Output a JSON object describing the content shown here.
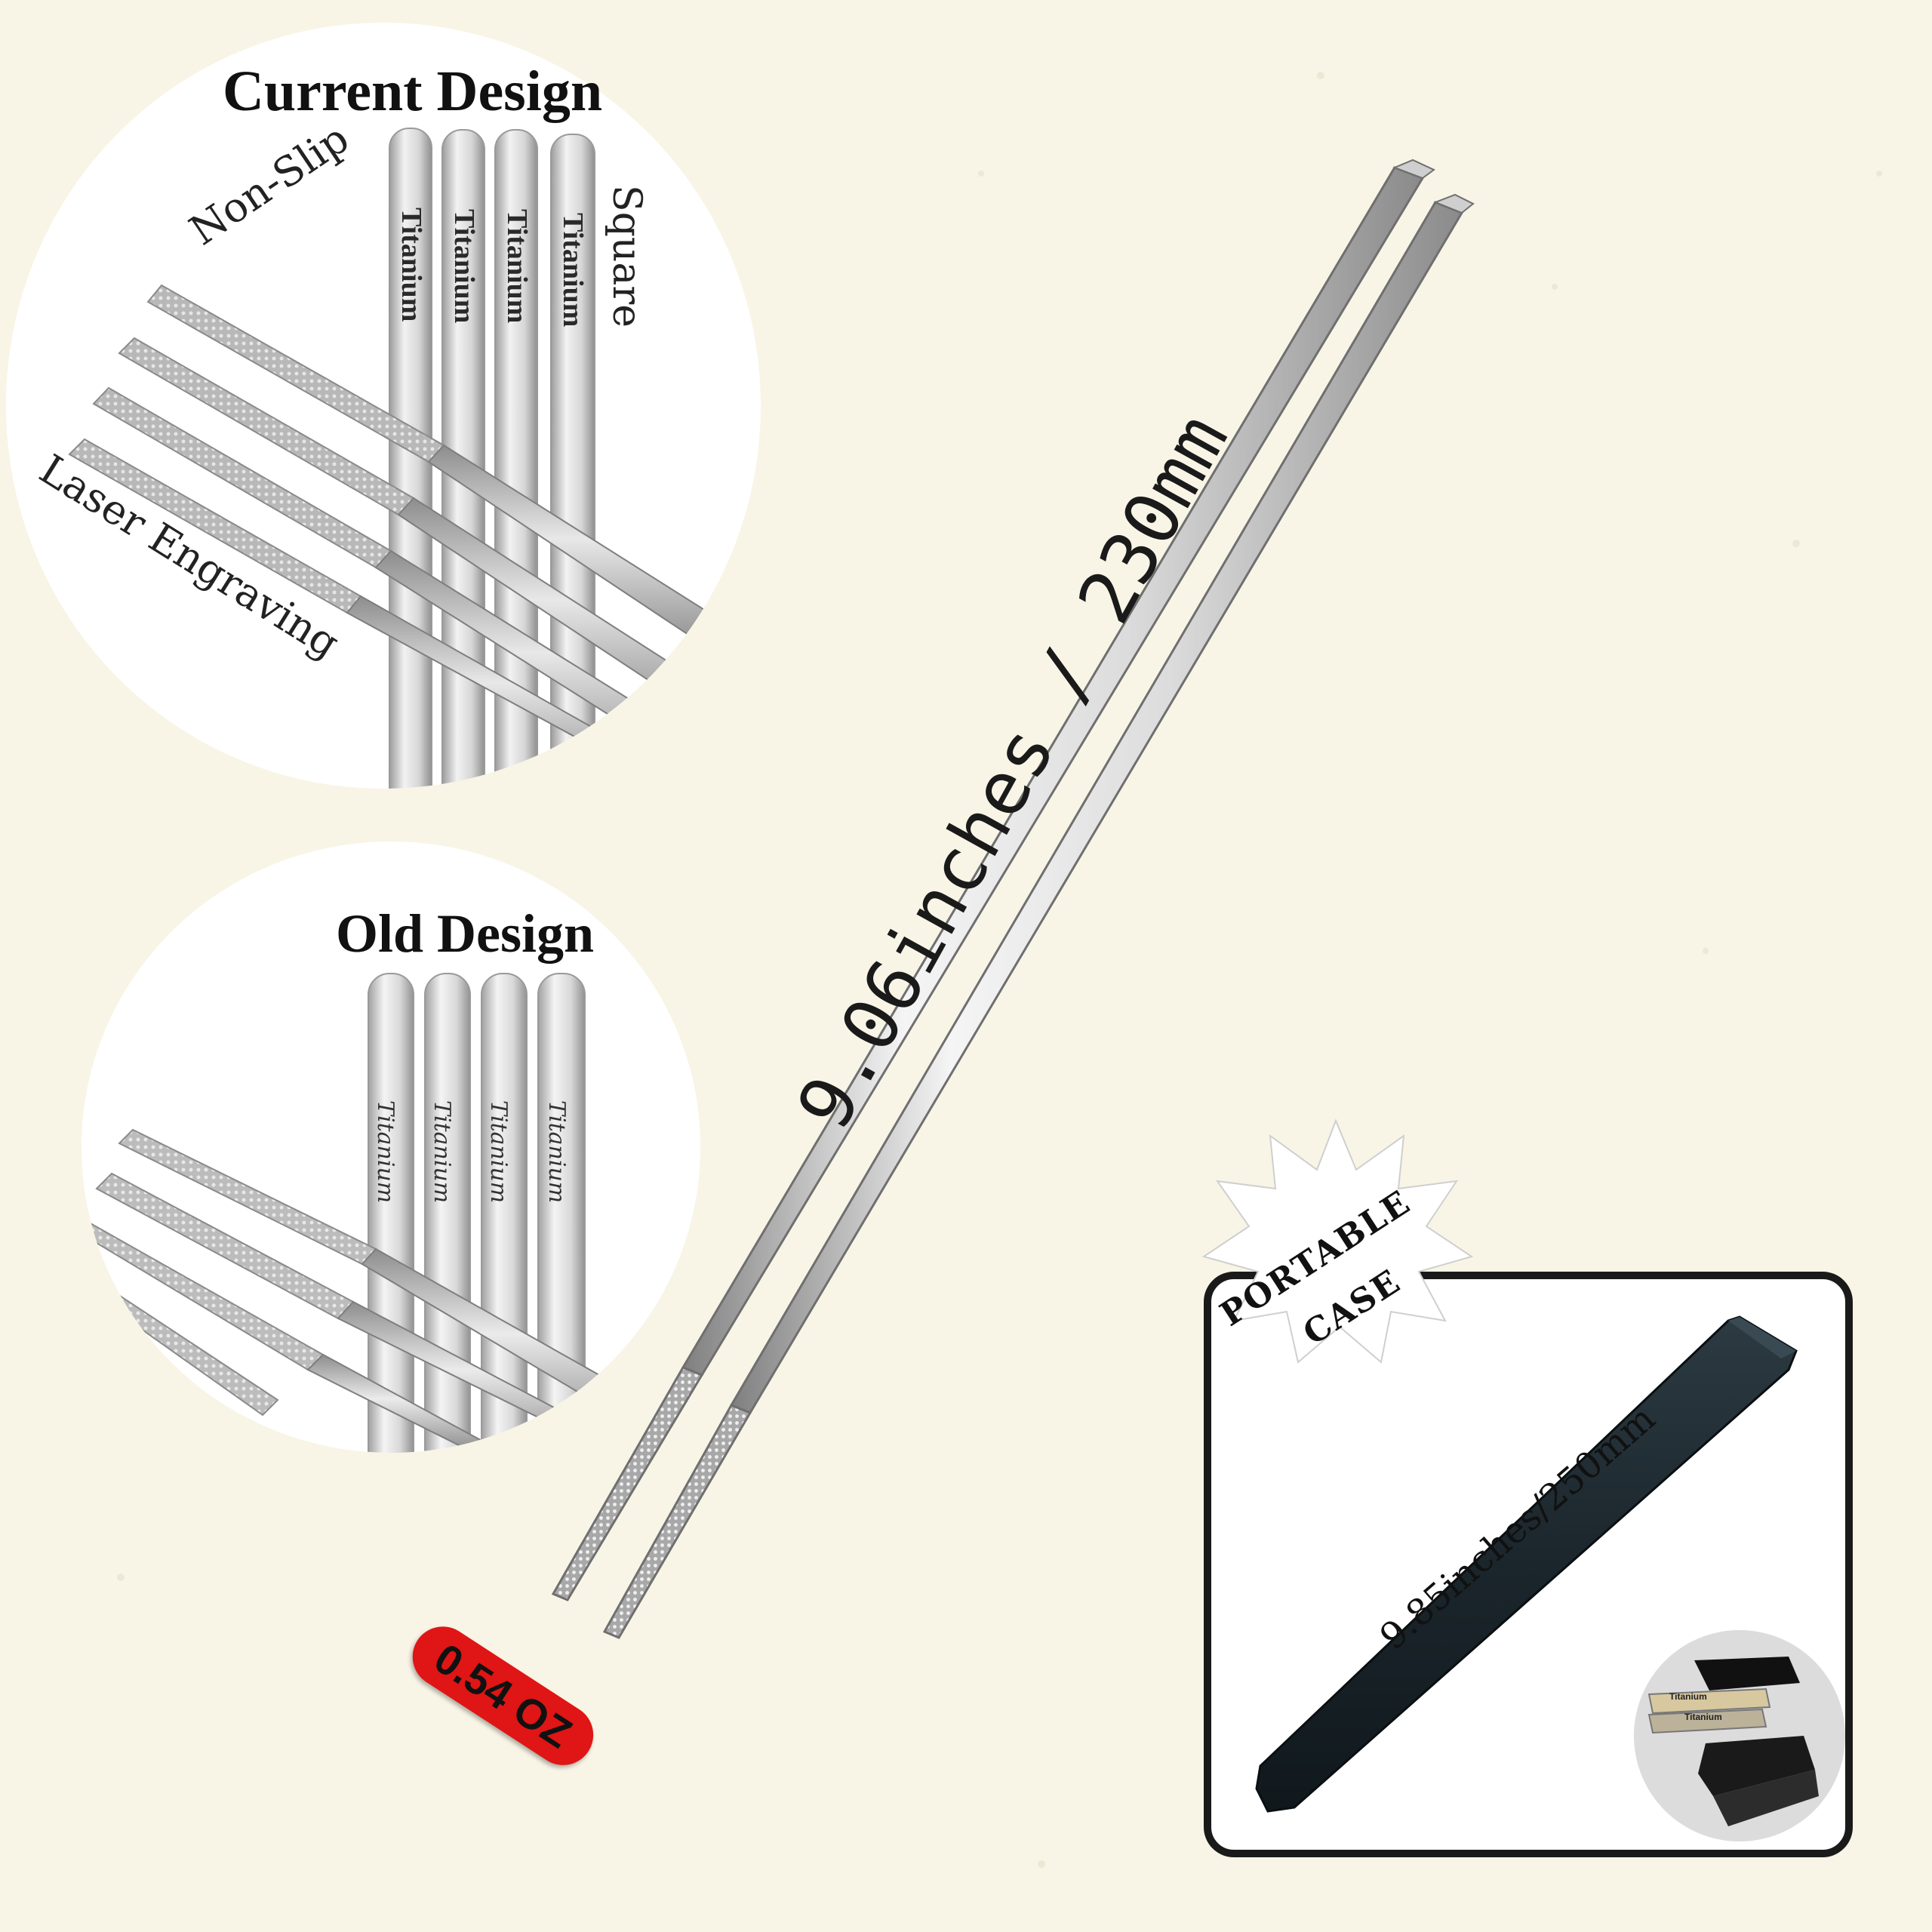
{
  "current_design": {
    "title": "Current Design",
    "label_nonslip": "Non-Slip",
    "label_square": "Square",
    "label_laser": "Laser Engraving",
    "engraving": "Titanium"
  },
  "old_design": {
    "title": "Old Design",
    "engraving": "Titanium"
  },
  "chopsticks": {
    "length_label": "9.06inches / 230mm"
  },
  "weight_badge": {
    "text": "0.54 OZ",
    "color": "#e01515"
  },
  "case": {
    "badge_line1": "PORTABLE",
    "badge_line2": "CASE",
    "length_label": "9.85inches/250mm",
    "inset_engraving": "Titanium"
  },
  "colors": {
    "background": "#f8f5e6",
    "case_body": "#1e2a30",
    "metal": "#dcdcdc"
  }
}
